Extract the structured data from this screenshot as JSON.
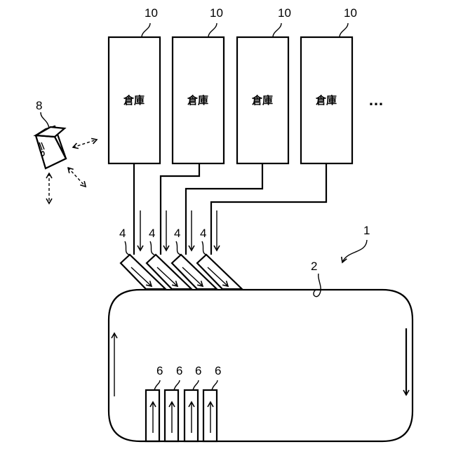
{
  "figure": {
    "system_ref": "1",
    "conveyor_ref": "2",
    "terminal_ref": "8",
    "continuation": "…",
    "warehouses": [
      {
        "ref": "10",
        "label": "倉庫"
      },
      {
        "ref": "10",
        "label": "倉庫"
      },
      {
        "ref": "10",
        "label": "倉庫"
      },
      {
        "ref": "10",
        "label": "倉庫"
      }
    ],
    "inlets": [
      {
        "ref": "4"
      },
      {
        "ref": "4"
      },
      {
        "ref": "4"
      },
      {
        "ref": "4"
      }
    ],
    "stations": [
      {
        "ref": "6"
      },
      {
        "ref": "6"
      },
      {
        "ref": "6"
      },
      {
        "ref": "6"
      }
    ],
    "icons": {
      "terminal": "computer-tower-icon",
      "comm_arrows": "bidirectional-dashed-arrow-icon"
    }
  }
}
